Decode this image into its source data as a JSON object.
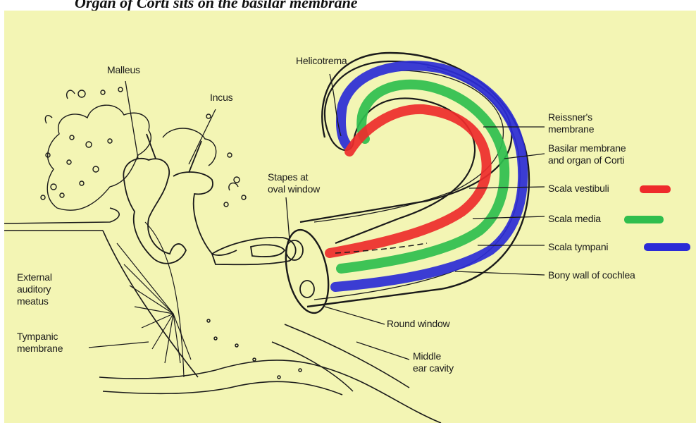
{
  "title": "Organ of Corti sits on the basilar membrane",
  "labels": {
    "malleus": "Malleus",
    "incus": "Incus",
    "helicotrema": "Helicotrema",
    "reissners_1": "Reissner's",
    "reissners_2": "membrane",
    "basilar_1": "Basilar membrane",
    "basilar_2": "and organ of Corti",
    "scala_vestibuli": "Scala vestibuli",
    "scala_media": "Scala media",
    "scala_tympani": "Scala tympani",
    "bony_wall": "Bony wall of cochlea",
    "stapes_1": "Stapes at",
    "stapes_2": "oval window",
    "external_1": "External",
    "external_2": "auditory",
    "external_3": "meatus",
    "tympanic_1": "Tympanic",
    "tympanic_2": "membrane",
    "round_window": "Round window",
    "middle_1": "Middle",
    "middle_2": "ear cavity"
  },
  "colors": {
    "board": "#f3f5b4",
    "scala_vestibuli": "#ee2b2b",
    "scala_media": "#2fbe4e",
    "scala_tympani": "#2b2bd6",
    "ink": "#1a1a1a"
  }
}
